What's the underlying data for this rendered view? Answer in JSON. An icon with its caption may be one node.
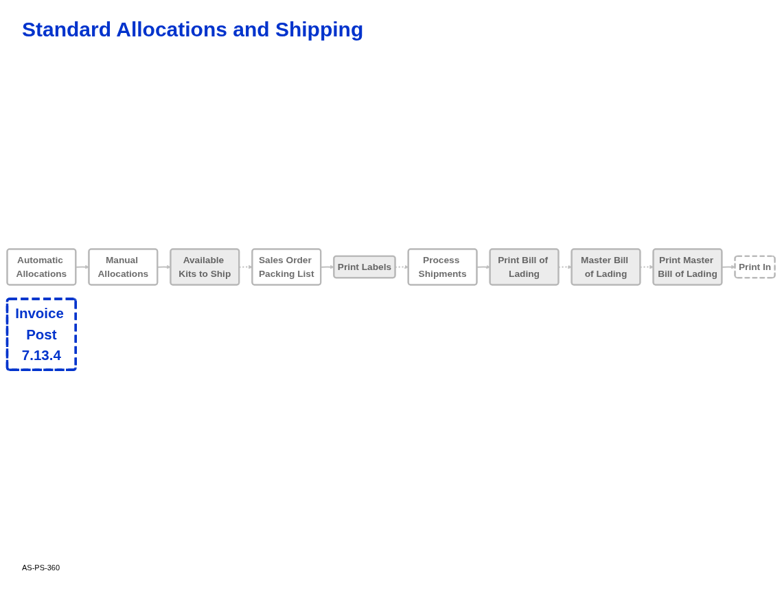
{
  "diagram": {
    "title": "Standard Allocations and Shipping",
    "nodes": [
      {
        "text": [
          "Automatic Allocations"
        ]
      },
      {
        "text": [
          "Manual Allocations"
        ]
      },
      {
        "text": [
          "Available Kits to Ship"
        ]
      },
      {
        "text": [
          "Sales Order Packing List"
        ]
      },
      {
        "text": [
          "Print Labels"
        ]
      },
      {
        "text": [
          "Process Shipments"
        ]
      },
      {
        "text": [
          "Print Bill of Lading"
        ]
      },
      {
        "text": [
          "Master Bill of Lading"
        ]
      },
      {
        "text": [
          "Print Master Bill of Lading"
        ]
      },
      {
        "text": [
          "Print In"
        ]
      },
      {
        "text": [
          "Invoice Post",
          "7.13.4"
        ]
      }
    ],
    "edges": [
      {
        "from": 0,
        "to": 1,
        "arrow": "to"
      },
      {
        "from": 1,
        "to": 2,
        "arrow": "to"
      },
      {
        "from": 2,
        "to": 3,
        "arrow": "to",
        "style": "dashed"
      },
      {
        "from": 3,
        "to": 4,
        "arrow": "to"
      },
      {
        "from": 4,
        "to": 5,
        "arrow": "to",
        "style": "dashed"
      },
      {
        "from": 5,
        "to": 6,
        "arrow": "to"
      },
      {
        "from": 6,
        "to": 7,
        "arrow": "to",
        "style": "dashed"
      },
      {
        "from": 7,
        "to": 8,
        "arrow": "to",
        "style": "dashed"
      },
      {
        "from": 8,
        "to": 9,
        "arrow": "to"
      }
    ],
    "labels": [
      "AS-PS-360"
    ]
  }
}
